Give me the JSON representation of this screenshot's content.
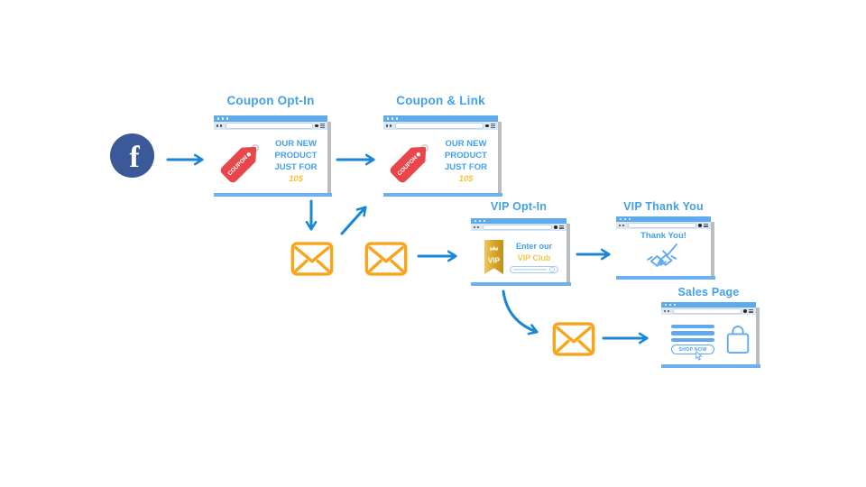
{
  "colors": {
    "chrome-blue": "#5FAAEB",
    "nav-bg": "#dbe7f3",
    "title-blue": "#42A0EE",
    "arrow-blue": "#1986D8",
    "envelope-orange": "#F9A51C",
    "coupon-red": "#E8464A",
    "gold": "#F7C440",
    "fb-blue": "#3B5998",
    "outline-blue": "#5FA9F0",
    "shadow-gray": "#b9bdc1",
    "bbar-blue": "#6CB0F0"
  },
  "icons": [
    "facebook-icon",
    "coupon-tag-icon",
    "vip-badge-icon",
    "handshake-check-icon",
    "envelope-icon",
    "shopping-bag-icon",
    "cursor-icon",
    "text-lines",
    "window-dots-icon",
    "url-bar",
    "circle-button-icon",
    "menu-icon"
  ],
  "windows": {
    "coupon_opt_in": {
      "title": "Coupon Opt-In",
      "lines": [
        "OUR NEW",
        "PRODUCT",
        "JUST FOR"
      ],
      "price": "10$",
      "coupon_label": "COUPON"
    },
    "coupon_link": {
      "title": "Coupon & Link",
      "lines": [
        "OUR NEW",
        "PRODUCT",
        "JUST FOR"
      ],
      "price": "10$",
      "coupon_label": "COUPON"
    },
    "vip_opt_in": {
      "title": "VIP Opt-In",
      "line1": "Enter our",
      "line2": "VIP Club",
      "badge_label": "VIP"
    },
    "vip_thank_you": {
      "title": "VIP Thank You",
      "message": "Thank You!"
    },
    "sales_page": {
      "title": "Sales Page",
      "button_label": "SHOP NOW"
    }
  }
}
